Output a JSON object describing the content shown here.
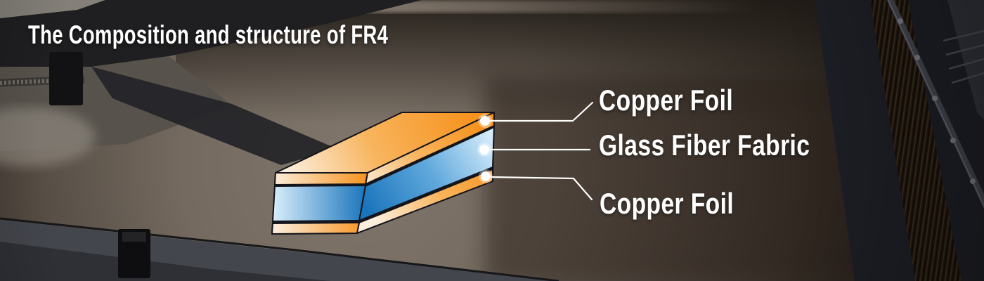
{
  "header": {
    "title": "The Composition and structure of FR4"
  },
  "diagram": {
    "type": "layer-stack",
    "layers": [
      {
        "id": "copper-foil-top",
        "label": "Copper Foil"
      },
      {
        "id": "glass-fiber-fabric",
        "label": "Glass Fiber Fabric"
      },
      {
        "id": "copper-foil-bottom",
        "label": "Copper Foil"
      }
    ],
    "colors": {
      "copper": "#F6921E",
      "copper_mid": "#F8B45C",
      "copper_light": "#FBEEDC",
      "fiber_blue": "#1B75BC",
      "fiber_blue_mid": "#5FA8DC",
      "fiber_blue_light": "#D9EEFB",
      "outline": "#15151D",
      "callout": "#FFFFFF"
    }
  }
}
